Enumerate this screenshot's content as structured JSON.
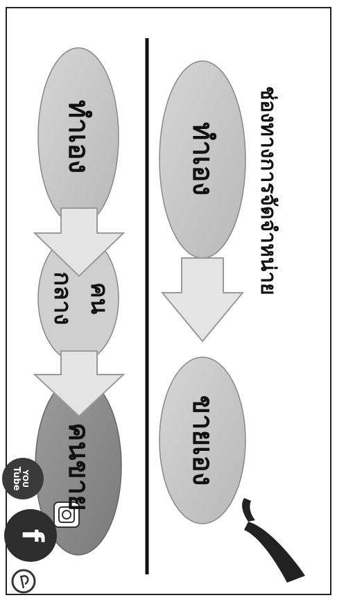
{
  "title": "ช่องทางการจัดจำหน่าย",
  "right_column": {
    "top": "ทำเอง",
    "bottom": "ขายเอง"
  },
  "left_column": {
    "top": "ทำเอง",
    "middle_line1": "คน",
    "middle_line2": "กลาง",
    "bottom": "คนขาย"
  },
  "social_icons": [
    "youtube-icon",
    "facebook-icon",
    "instagram-icon",
    "pinterest-icon"
  ],
  "youtube_label_1": "YOU",
  "youtube_label_2": "Tube",
  "facebook_label": "f",
  "colors": {
    "ellipse_light": "#c8c8c8",
    "ellipse_mid": "#b4b4b4",
    "ellipse_dark": "#8e8e8e",
    "arrow_fill": "#e3e3e3",
    "arrow_stroke": "#9a9a9a",
    "divider": "#111111"
  }
}
